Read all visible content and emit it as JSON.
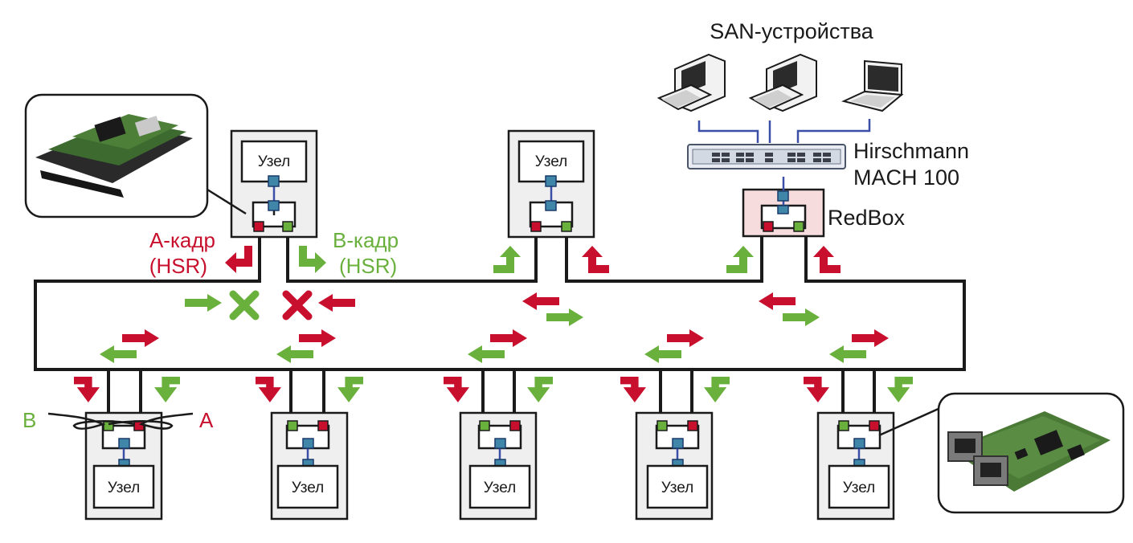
{
  "colors": {
    "a_frame": "#c8102e",
    "b_frame": "#69b03c",
    "ring": "#1a1a1a",
    "node_fill": "#efefef",
    "redbox_fill": "#f6dcdc",
    "link": "#3b4ea8"
  },
  "node_label": "Узел",
  "labels": {
    "san_devices": "SAN-устройства",
    "hirschmann_line1": "Hirschmann",
    "hirschmann_line2": "MACH 100",
    "redbox": "RedBox",
    "a_frame_line1": "A-кадр",
    "a_frame_line2": "(HSR)",
    "b_frame_line1": "B-кадр",
    "b_frame_line2": "(HSR)",
    "port_b": "B",
    "port_a": "A"
  },
  "icons": {
    "san_device_1": "desktop-computer-icon",
    "san_device_2": "desktop-computer-icon",
    "san_device_3": "laptop-icon",
    "switch": "rack-switch-icon",
    "photo_left": "pcb-module-photo",
    "photo_right": "pcb-ethernet-module-photo",
    "blocked": "x-mark-icon"
  }
}
